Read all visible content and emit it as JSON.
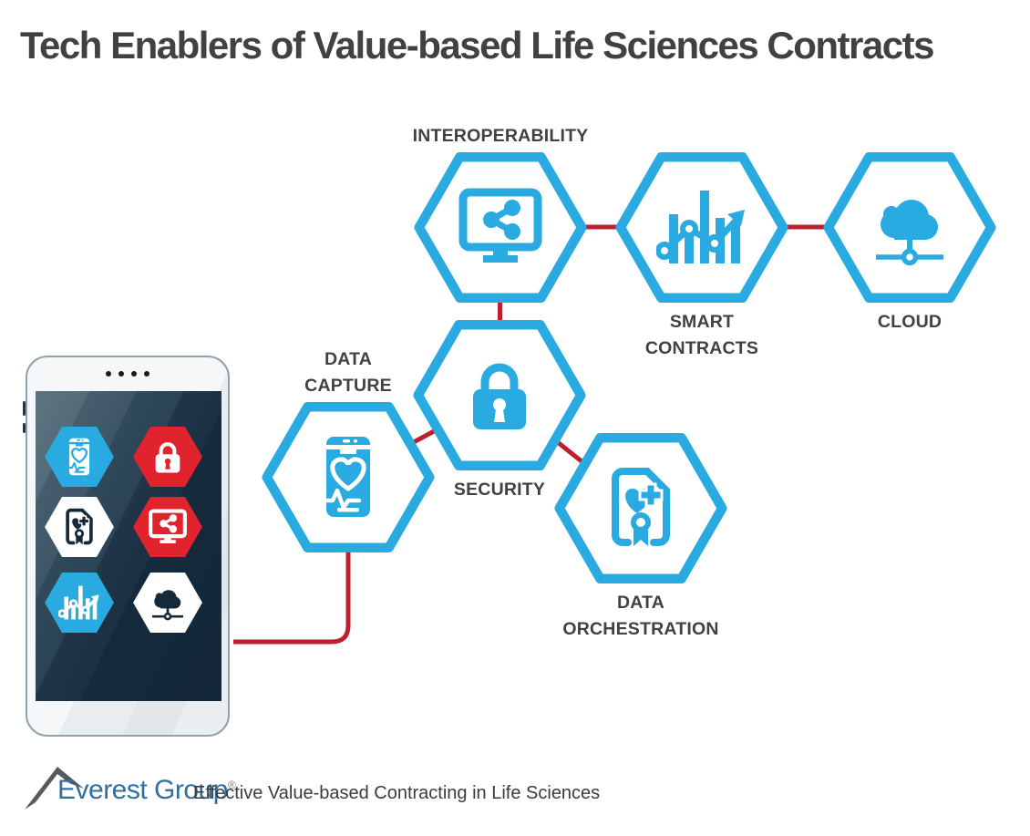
{
  "title": "Tech Enablers of Value-based Life Sciences Contracts",
  "nodes": {
    "interoperability": {
      "label": "INTEROPERABILITY",
      "icon": "monitor-share-icon"
    },
    "smart_contracts": {
      "label": "SMART\nCONTRACTS",
      "icon": "bar-chart-trend-icon"
    },
    "cloud": {
      "label": "CLOUD",
      "icon": "cloud-network-icon"
    },
    "security": {
      "label": "SECURITY",
      "icon": "padlock-icon"
    },
    "data_capture": {
      "label": "DATA\nCAPTURE",
      "icon": "mobile-health-icon"
    },
    "data_orchestration": {
      "label": "DATA\nORCHESTRATION",
      "icon": "certified-document-icon"
    }
  },
  "phone": {
    "app_icons": [
      {
        "name": "mobile-health-icon",
        "tile": "blue"
      },
      {
        "name": "padlock-icon",
        "tile": "red"
      },
      {
        "name": "certified-document-icon",
        "tile": "white"
      },
      {
        "name": "monitor-share-icon",
        "tile": "red"
      },
      {
        "name": "bar-chart-trend-icon",
        "tile": "blue"
      },
      {
        "name": "cloud-network-icon",
        "tile": "white"
      }
    ]
  },
  "footer": {
    "brand": "Everest Group",
    "registered_mark": "®",
    "tagline": "Effective Value-based Contracting in Life Sciences"
  },
  "colors": {
    "accent_blue": "#29ABE2",
    "connector_red": "#BE1E2D",
    "tile_red": "#E1232E",
    "screen_navy": "#16293A",
    "text_dark": "#414042",
    "brand_blue": "#31709E"
  }
}
